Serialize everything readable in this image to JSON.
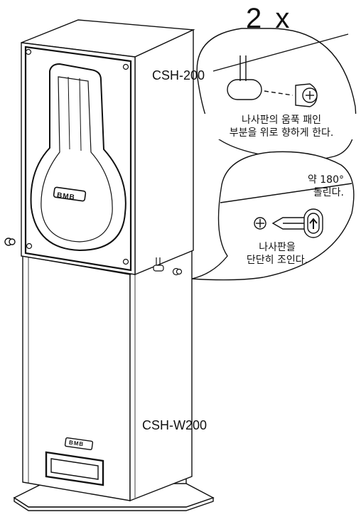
{
  "quantity_label": "2 x",
  "models": {
    "top": "CSH-200",
    "bottom": "CSH-W200"
  },
  "brand": {
    "front_logo": "BMB",
    "base_logo": "BMB"
  },
  "step1": {
    "line1": "나사판의 움푹 패인",
    "line2": "부분을 위로 향하게 한다."
  },
  "step2": {
    "rotate_line1": "약 180°",
    "rotate_line2": "돌린다.",
    "tighten_line1": "나사판을",
    "tighten_line2": "단단히 조인다."
  }
}
